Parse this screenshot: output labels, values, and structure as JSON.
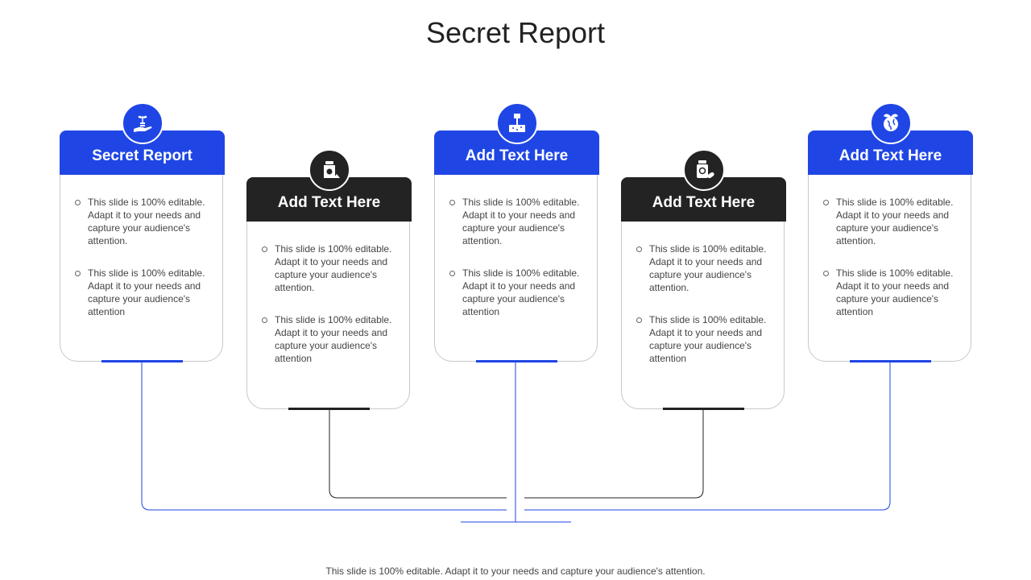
{
  "title": "Secret Report",
  "colors": {
    "blue": "#1f46e5",
    "black": "#232323"
  },
  "cards": [
    {
      "heading": "Secret Report",
      "icon": "hand-plant-coins-icon",
      "bullets": [
        "This slide is 100% editable. Adapt it to your needs and capture your audience's attention.",
        "This slide is 100% editable. Adapt it to your needs and capture your audience's attention"
      ]
    },
    {
      "heading": "Add Text Here",
      "icon": "jar-icon",
      "bullets": [
        "This slide is 100% editable. Adapt it to your needs and capture your audience's attention.",
        "This slide is 100% editable. Adapt it to your needs and capture your audience's attention"
      ]
    },
    {
      "heading": "Add Text Here",
      "icon": "drill-soil-icon",
      "bullets": [
        "This slide is 100% editable. Adapt it to your needs and capture your audience's attention.",
        "This slide is 100% editable. Adapt it to your needs and capture your audience's attention"
      ]
    },
    {
      "heading": "Add Text Here",
      "icon": "medicine-bottle-icon",
      "bullets": [
        "This slide is 100% editable. Adapt it to your needs and capture your audience's attention.",
        "This slide is 100% editable. Adapt it to your needs and capture your audience's attention"
      ]
    },
    {
      "heading": "Add Text Here",
      "icon": "eco-globe-icon",
      "bullets": [
        "This slide is 100% editable. Adapt it to your needs and capture your audience's attention.",
        "This slide is 100% editable. Adapt it to your needs and capture your audience's attention"
      ]
    }
  ],
  "footer": "This slide is 100% editable. Adapt it to your needs and capture your audience's attention."
}
